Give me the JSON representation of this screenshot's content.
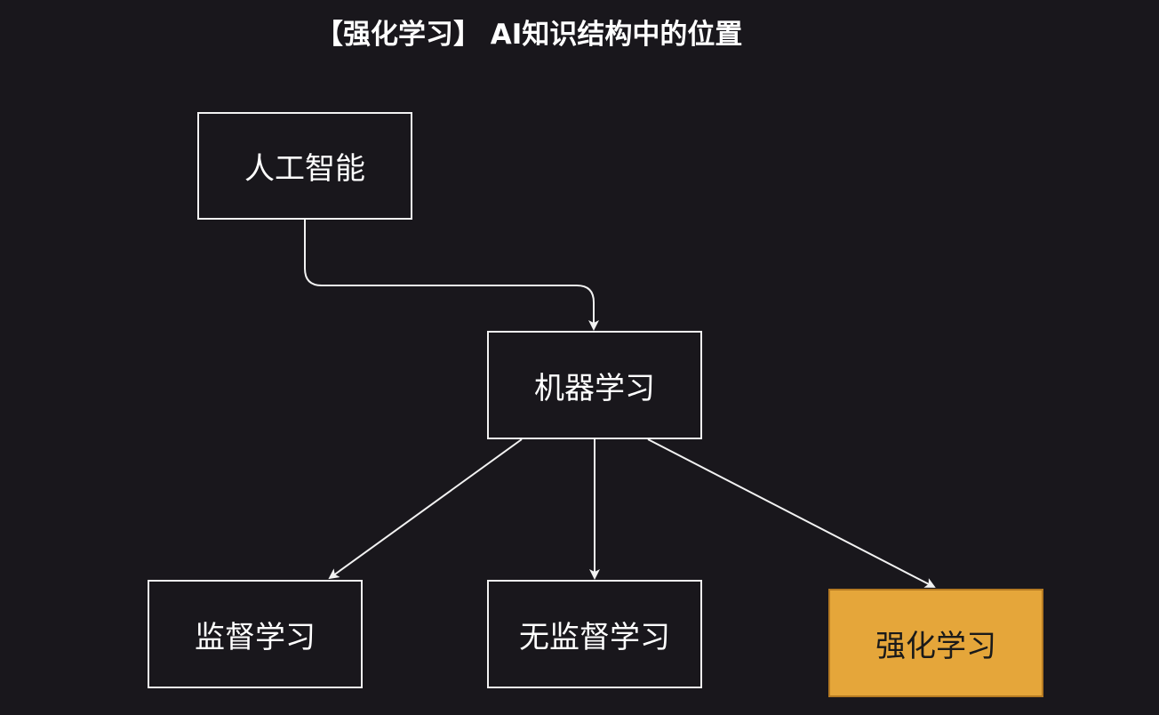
{
  "title": "【强化学习】 AI知识结构中的位置",
  "nodes": {
    "ai": "人工智能",
    "ml": "机器学习",
    "supervised": "监督学习",
    "unsupervised": "无监督学习",
    "reinforcement": "强化学习"
  },
  "colors": {
    "background": "#19171c",
    "edge": "#f2f2f2",
    "highlight_fill": "#e5a63a",
    "highlight_border": "#b57a22"
  }
}
